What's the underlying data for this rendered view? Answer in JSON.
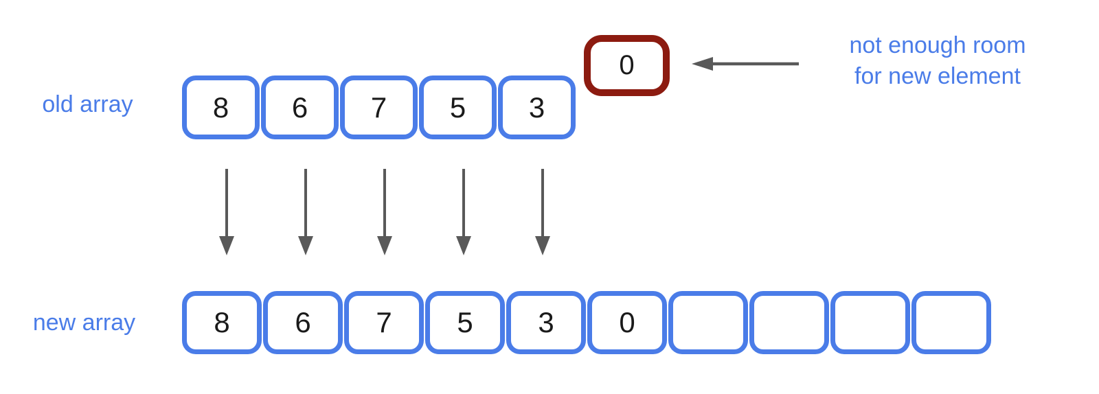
{
  "diagram": {
    "old_array": {
      "label": "old array",
      "values": [
        "8",
        "6",
        "7",
        "5",
        "3"
      ]
    },
    "overflow_element": {
      "value": "0"
    },
    "annotation": {
      "line1": "not enough room",
      "line2": "for new element"
    },
    "new_array": {
      "label": "new array",
      "values": [
        "8",
        "6",
        "7",
        "5",
        "3",
        "0",
        "",
        "",
        "",
        ""
      ]
    },
    "colors": {
      "array_border_blue": "#4A7CE8",
      "label_blue": "#4A7CE8",
      "overflow_border_red": "#8C1B10",
      "arrow_gray": "#595959",
      "digit_black": "#1a1a1a",
      "background": "#ffffff"
    }
  }
}
